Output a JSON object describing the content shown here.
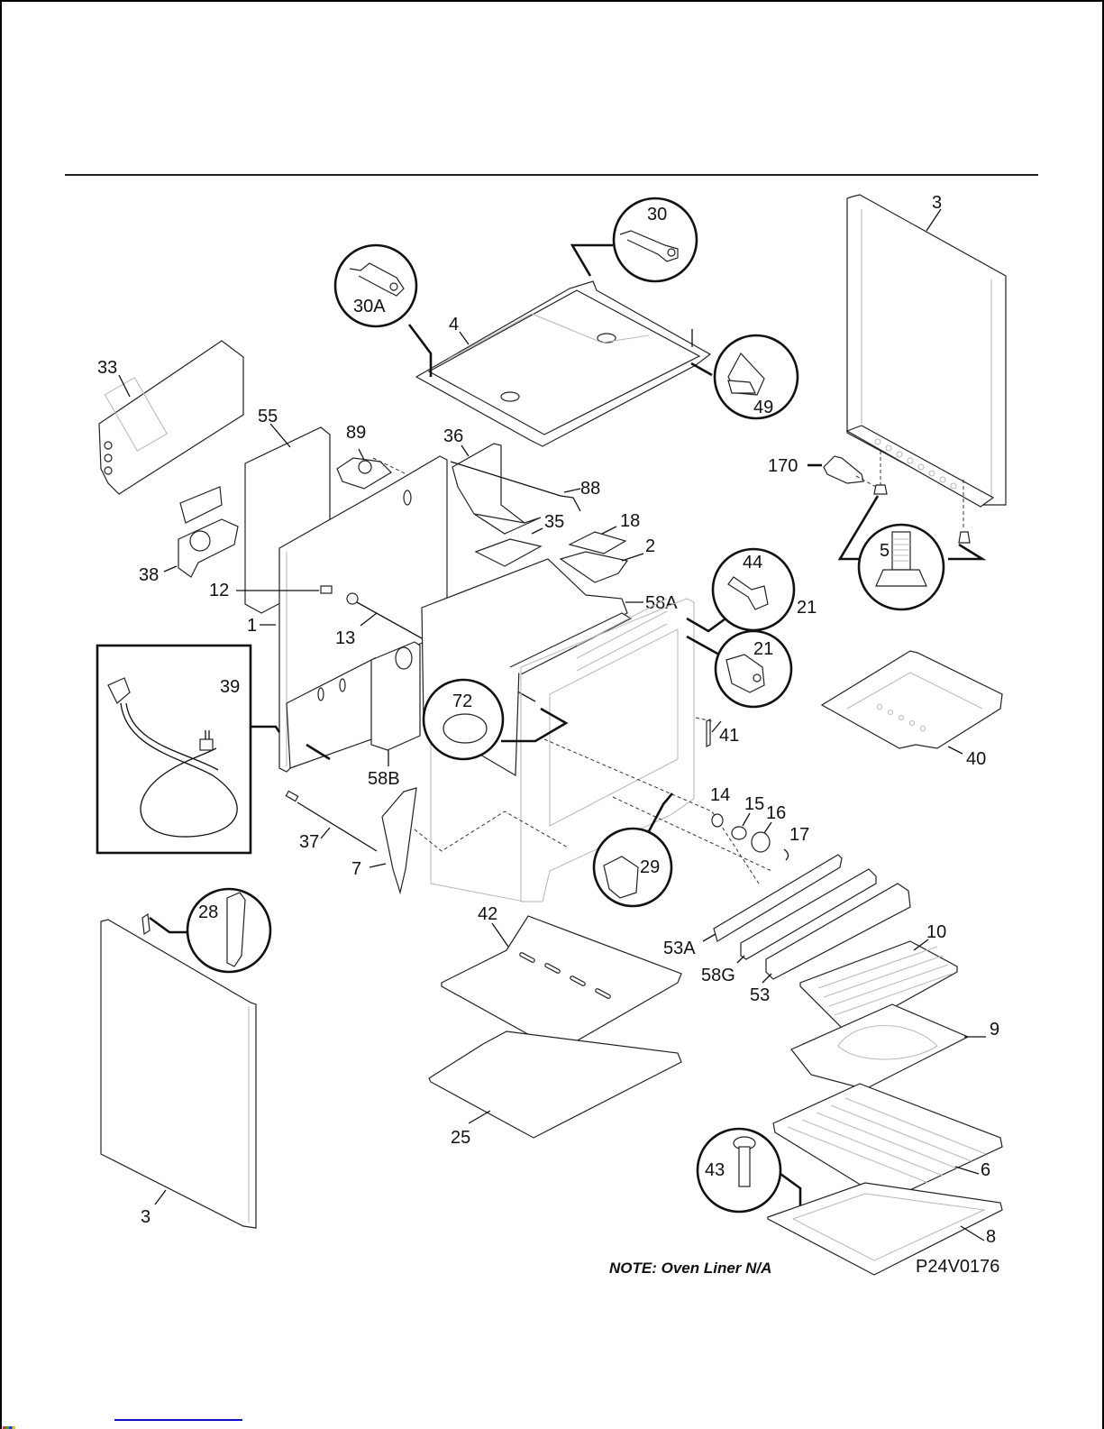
{
  "diagram": {
    "title": "Oven body exploded parts view",
    "note": "NOTE: Oven Liner N/A",
    "drawing_code": "P24V0176",
    "callouts": [
      {
        "id": "c-30",
        "label": "30"
      },
      {
        "id": "c-30a",
        "label": "30A"
      },
      {
        "id": "c-49",
        "label": "49"
      },
      {
        "id": "c-5",
        "label": "5"
      },
      {
        "id": "c-44",
        "label": "44"
      },
      {
        "id": "c-21",
        "label": "21"
      },
      {
        "id": "c-72",
        "label": "72"
      },
      {
        "id": "c-29",
        "label": "29"
      },
      {
        "id": "c-28",
        "label": "28"
      },
      {
        "id": "c-43",
        "label": "43"
      },
      {
        "id": "c-39",
        "label": "39"
      }
    ],
    "labels": {
      "p3_top": "3",
      "p4": "4",
      "p33": "33",
      "p55": "55",
      "p89": "89",
      "p36": "36",
      "p88": "88",
      "p18": "18",
      "p35": "35",
      "p2": "2",
      "p170": "170",
      "p38": "38",
      "p12": "12",
      "p1": "1",
      "p13": "13",
      "p58A": "58A",
      "p21_out": "21",
      "p58B": "58B",
      "p41": "41",
      "p40": "40",
      "p14": "14",
      "p15": "15",
      "p16": "16",
      "p17": "17",
      "p37": "37",
      "p7": "7",
      "p42": "42",
      "p53A": "53A",
      "p58G": "58G",
      "p53": "53",
      "p10": "10",
      "p9": "9",
      "p6": "6",
      "p25": "25",
      "p8": "8",
      "p3_bottom": "3"
    }
  }
}
